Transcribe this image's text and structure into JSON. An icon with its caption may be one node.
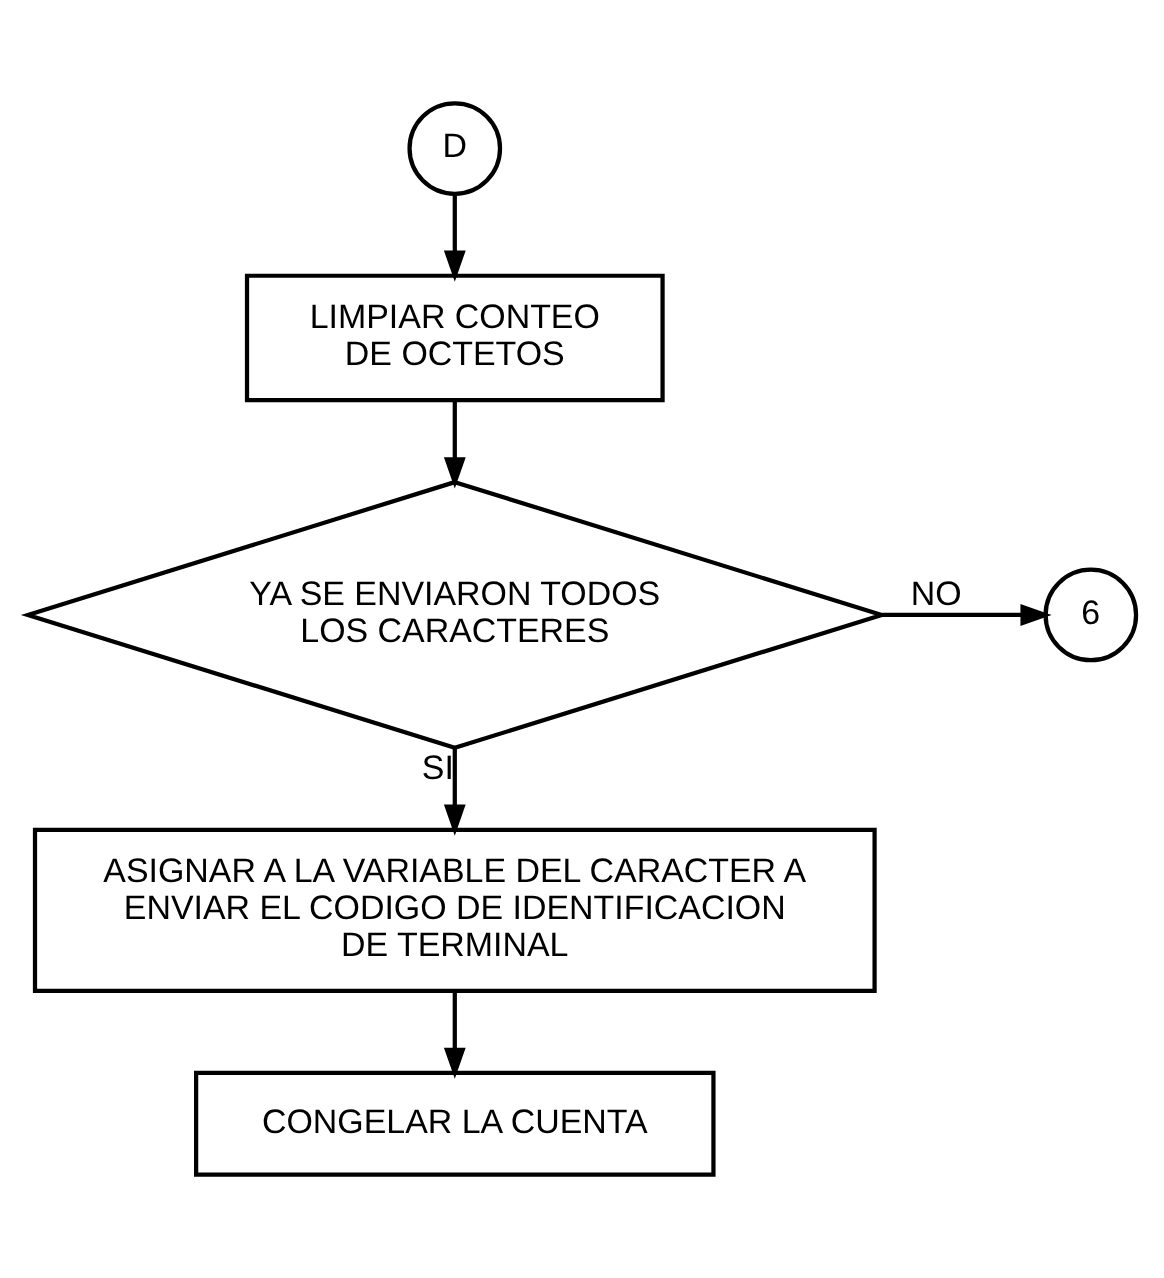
{
  "diagram": {
    "nodes": [
      {
        "text": [
          "D"
        ]
      },
      {
        "text": [
          "LIMPIAR CONTEO DE OCTETOS"
        ]
      },
      {
        "text": [
          "YA SE ENVIARON TODOS LOS CARACTERES"
        ]
      },
      {
        "text": [
          "6"
        ]
      },
      {
        "text": [
          "ASIGNAR A LA VARIABLE DEL CARACTER A ENVIAR EL CODIGO DE IDENTIFICACION DE TERMINAL"
        ]
      },
      {
        "text": [
          "CONGELAR LA CUENTA"
        ]
      }
    ],
    "edges": [
      {
        "from": 0,
        "to": 1,
        "arrow": "to"
      },
      {
        "from": 1,
        "to": 2,
        "arrow": "to"
      },
      {
        "from": 2,
        "to": 3,
        "arrow": "to",
        "label": "NO"
      },
      {
        "from": 2,
        "to": 4,
        "arrow": "to",
        "label": "SI"
      },
      {
        "from": 4,
        "to": 5,
        "arrow": "to"
      }
    ]
  }
}
